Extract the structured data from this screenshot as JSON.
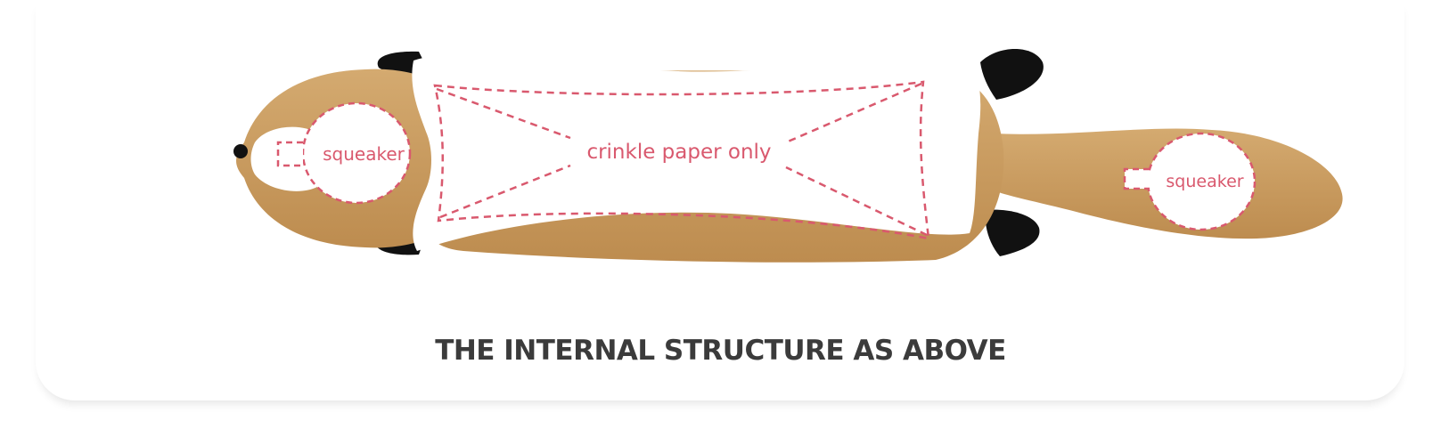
{
  "diagram": {
    "labels": {
      "head_pocket": "squeaker",
      "body_pocket": "crinkle paper only",
      "tail_pocket": "squeaker"
    },
    "caption": "THE INTERNAL STRUCTURE AS ABOVE",
    "colors": {
      "fur": "#c89a5e",
      "belly": "#ffffff",
      "paws": "#111111",
      "stitch": "#d9596e",
      "caption": "#3b3b3b"
    }
  }
}
